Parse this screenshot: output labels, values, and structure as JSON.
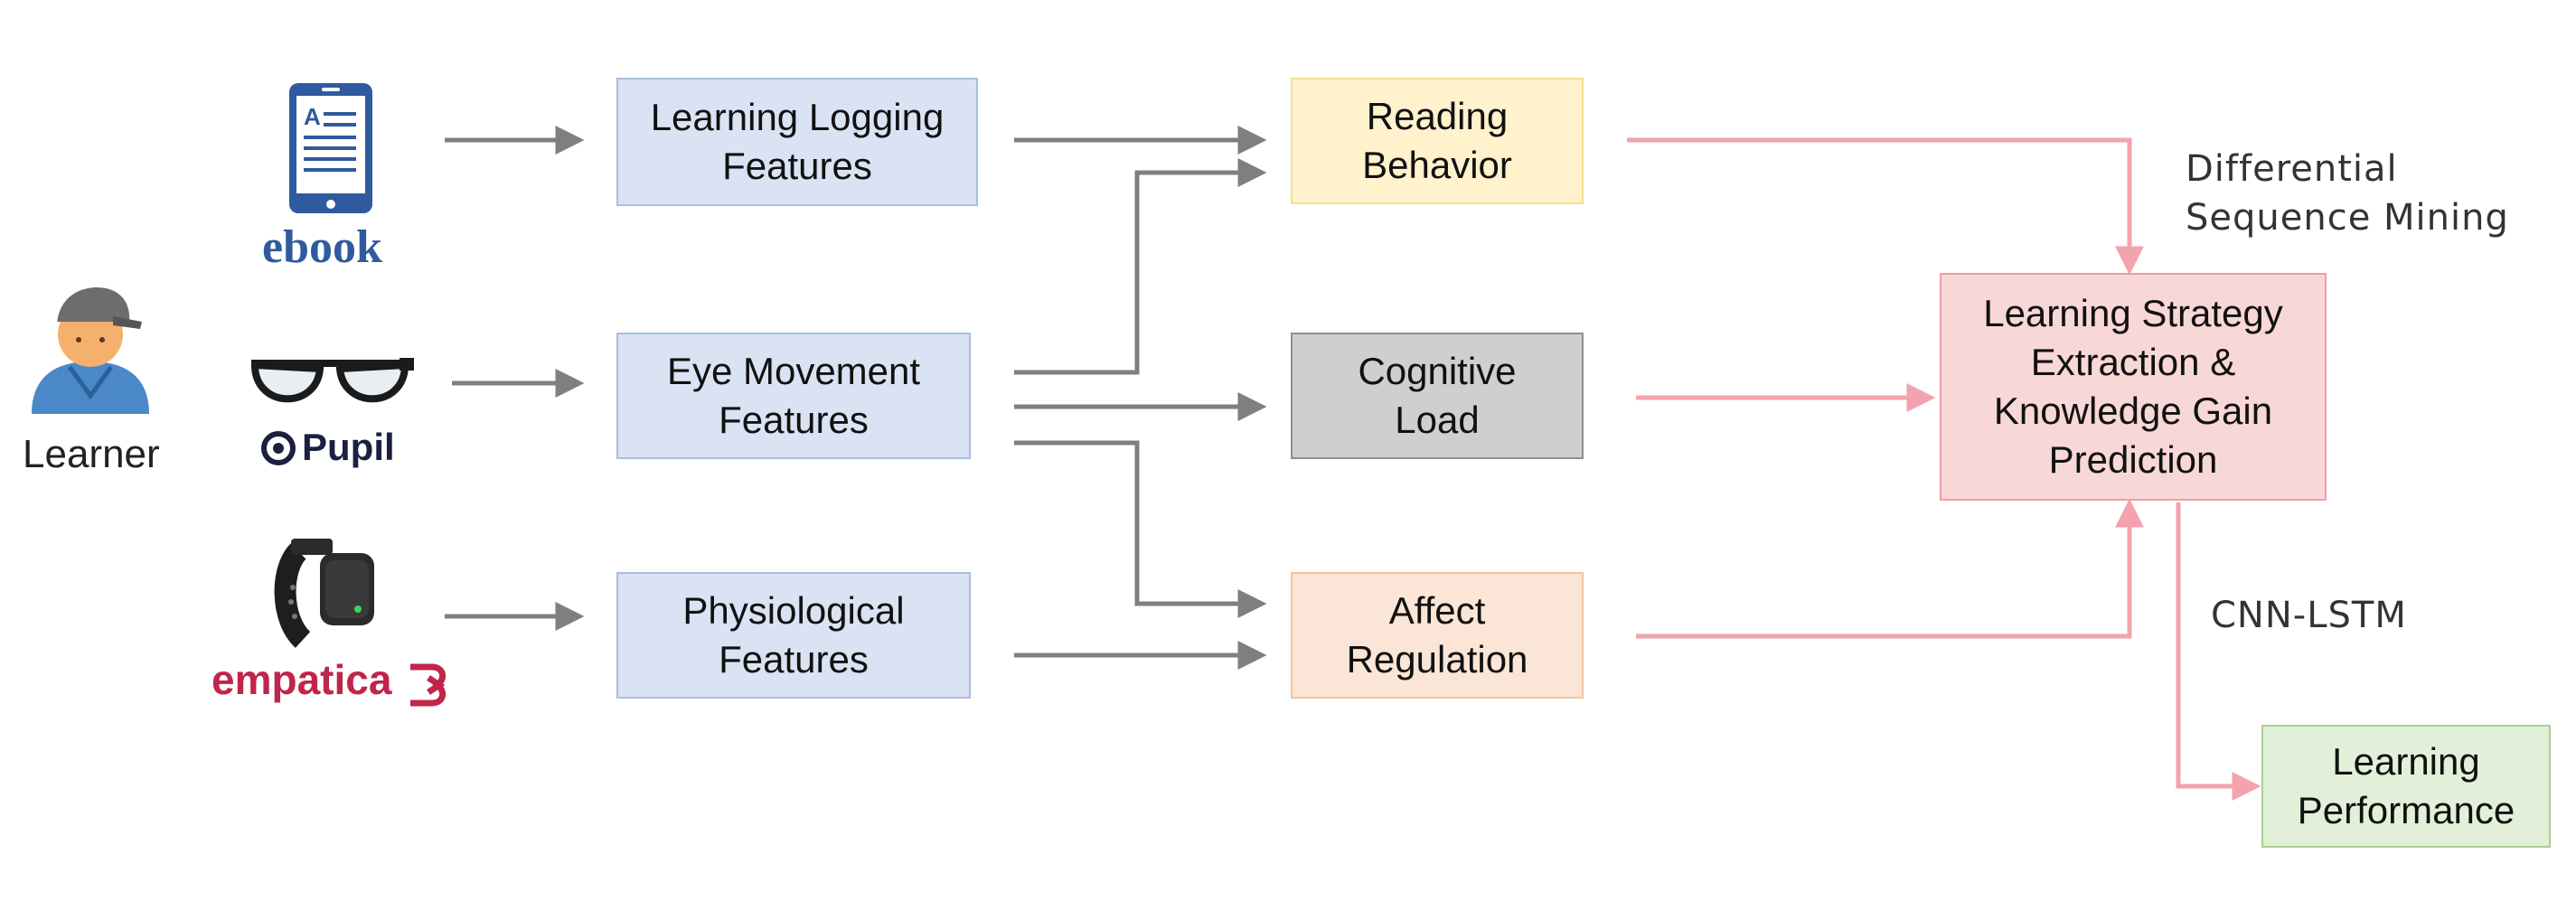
{
  "learner": {
    "label": "Learner"
  },
  "devices": {
    "ebook": "ebook",
    "pupil": "Pupil",
    "empatica": "empatica"
  },
  "features": {
    "logging": "Learning Logging\nFeatures",
    "eye": "Eye Movement\nFeatures",
    "physio": "Physiological\nFeatures"
  },
  "constructs": {
    "reading": "Reading\nBehavior",
    "cognitive": "Cognitive\nLoad",
    "affect": "Affect\nRegulation"
  },
  "model": {
    "strategy": "Learning Strategy\nExtraction &\nKnowledge Gain\nPrediction",
    "dsm": "Differential\nSequence Mining",
    "cnn": "CNN-LSTM",
    "performance": "Learning\nPerformance"
  },
  "colors": {
    "gray_arrow": "#7f7f7f",
    "pink_arrow": "#f2a3ad",
    "ebook_blue": "#2f5a9e",
    "empatica_red": "#c0254a"
  }
}
